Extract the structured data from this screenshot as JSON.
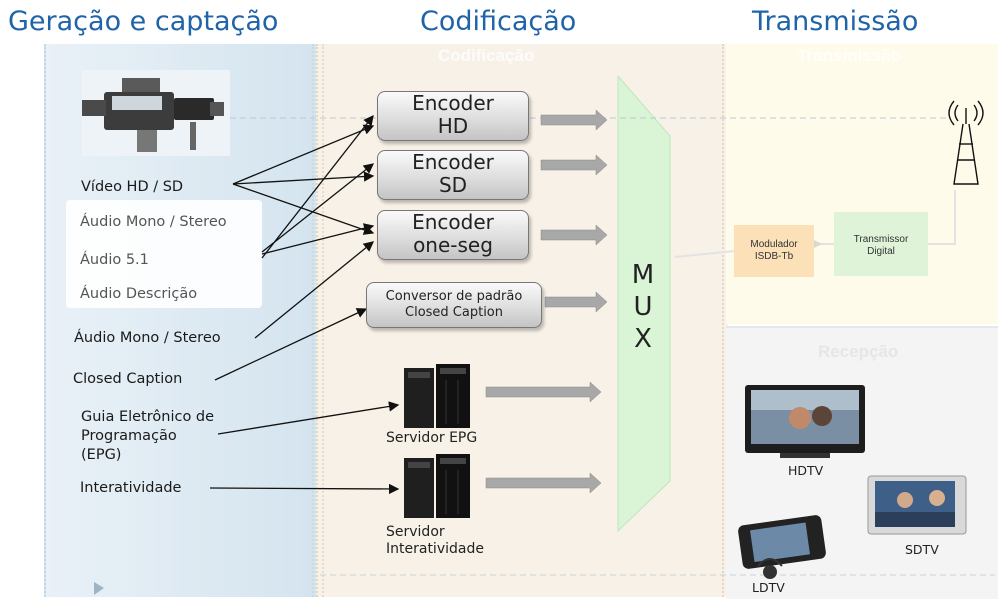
{
  "sections": {
    "generation": "Geração e captação",
    "coding": "Codificação",
    "transmission": "Transmissão",
    "reception": "Recepção"
  },
  "inputs": {
    "video": "Vídeo HD / SD",
    "audio_mono_light": "Áudio Mono / Stereo",
    "audio_51": "Áudio 5.1",
    "audio_desc": "Áudio Descrição",
    "audio_mono": "Áudio Mono / Stereo",
    "closed_caption": "Closed Caption",
    "epg_line1": "Guia Eletrônico de",
    "epg_line2": "Programação",
    "epg_line3": "(EPG)",
    "interactivity": "Interatividade"
  },
  "encoders": {
    "hd_l1": "Encoder",
    "hd_l2": "HD",
    "sd_l1": "Encoder",
    "sd_l2": "SD",
    "oneseg_l1": "Encoder",
    "oneseg_l2": "one-seg",
    "conv_l1": "Conversor de padrão",
    "conv_l2": "Closed Caption"
  },
  "servers": {
    "epg": "Servidor EPG",
    "inter_l1": "Servidor",
    "inter_l2": "Interatividade"
  },
  "mux": [
    "M",
    "U",
    "X"
  ],
  "transmission": {
    "modulator_l1": "Modulador",
    "modulator_l2": "ISDB-Tb",
    "transmitter_l1": "Transmissor",
    "transmitter_l2": "Digital"
  },
  "reception": {
    "hdtv": "HDTV",
    "sdtv": "SDTV",
    "ldtv": "LDTV"
  },
  "colors": {
    "title_blue": "#1f63a8",
    "mux_green": "#d9f5d6",
    "modulator_orange": "#fbe0b8",
    "transmitter_green": "#dff3d8"
  }
}
